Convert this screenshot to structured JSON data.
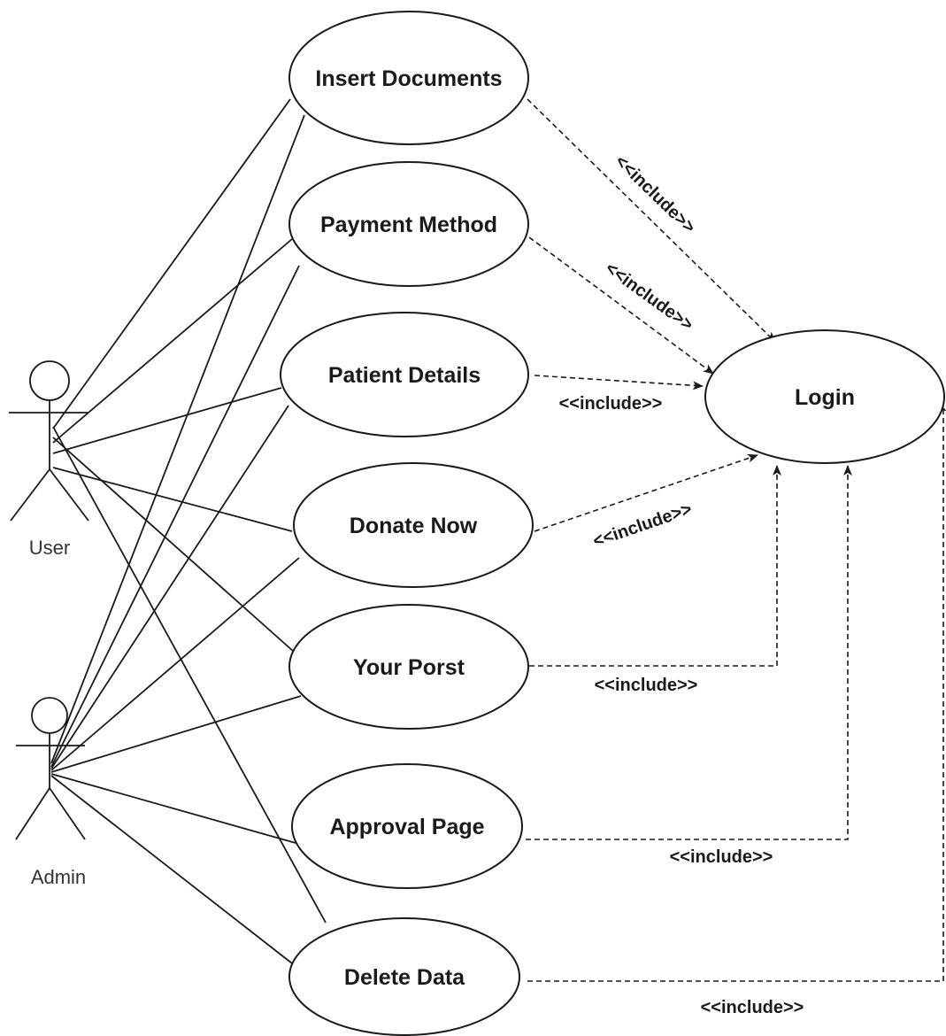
{
  "actors": {
    "user": "User",
    "admin": "Admin"
  },
  "use_cases": {
    "insert_documents": "Insert Documents",
    "payment_method": "Payment Method",
    "patient_details": "Patient Details",
    "donate_now": "Donate Now",
    "your_porst": "Your Porst",
    "approval_page": "Approval Page",
    "delete_data": "Delete Data",
    "login": "Login"
  },
  "relations": {
    "include": "<<include>>"
  },
  "colors": {
    "line": "#1a1a1a",
    "background": "#ffffff"
  }
}
